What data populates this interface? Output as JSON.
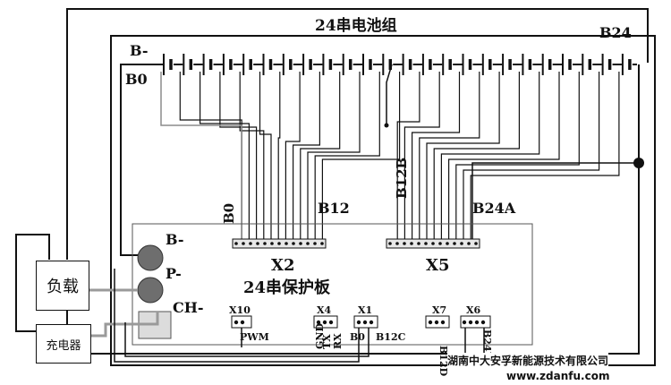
{
  "title": "24串电池组",
  "battery_labels": {
    "minus": "B-",
    "b0": "B0",
    "b24": "B24"
  },
  "connector_labels": {
    "b0": "B0",
    "b12": "B12",
    "b12b": "B12B",
    "b24a": "B24A",
    "x2": "X2",
    "x5": "X5"
  },
  "board_title": "24串保护板",
  "terminals": {
    "b_minus": "B-",
    "p_minus": "P-",
    "ch_minus": "CH-"
  },
  "boxes": {
    "load": "负载",
    "charger": "充电器"
  },
  "small_connectors": {
    "x10": "X10",
    "x4": "X4",
    "x1": "X1",
    "x7": "X7",
    "x6": "X6"
  },
  "pin_labels": {
    "pwm": "PWM",
    "gnd": "GND",
    "tx": "TX",
    "rx": "RX",
    "b0": "B0",
    "b12c": "B12C",
    "b12d": "B12D",
    "b24b": "B24B"
  },
  "footer": {
    "company": "湖南中大安孚新能源技术有限公司",
    "url": "www.zdanfu.com"
  },
  "colors": {
    "line": "#111111",
    "gray_wire": "#8c8c8c",
    "terminal": "#6e6e6e"
  }
}
